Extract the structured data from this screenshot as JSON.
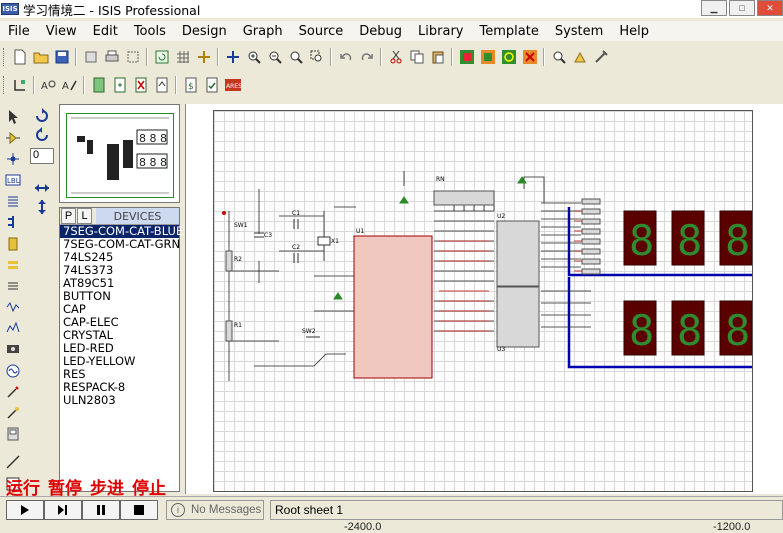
{
  "window": {
    "title": "学习情境二 - ISIS Professional",
    "logo_text": "ISIS"
  },
  "menu": [
    "File",
    "View",
    "Edit",
    "Tools",
    "Design",
    "Graph",
    "Source",
    "Debug",
    "Library",
    "Template",
    "System",
    "Help"
  ],
  "device_panel": {
    "tab_p": "P",
    "tab_l": "L",
    "title": "DEVICES",
    "items": [
      "7SEG-COM-CAT-BLUE",
      "7SEG-COM-CAT-GRN",
      "74LS245",
      "74LS373",
      "AT89C51",
      "BUTTON",
      "CAP",
      "CAP-ELEC",
      "CRYSTAL",
      "LED-RED",
      "LED-YELLOW",
      "RES",
      "RESPACK-8",
      "ULN2803"
    ],
    "selected_index": 0
  },
  "rotation_value": "0",
  "schematic": {
    "labels": {
      "u1": "U1",
      "u2": "U2",
      "u3": "U3",
      "rn": "RN",
      "c1": "C1",
      "c2": "C2",
      "c3": "C3",
      "r1": "R1",
      "r2": "R2",
      "x1": "X1",
      "sw1": "SW1",
      "sw2": "SW2"
    },
    "digits": [
      "8",
      "8",
      "8",
      "8",
      "8",
      "8"
    ]
  },
  "overlay_labels": [
    "运行",
    "暂停",
    "步进",
    "停止"
  ],
  "status": {
    "messages": "No Messages",
    "sheet": "Root sheet 1",
    "coord_x": "-2400.0",
    "coord_y": "-1200.0"
  },
  "colors": {
    "selection": "#0a246a",
    "wire_red": "#c00000",
    "bus_blue": "#0000b0",
    "digit_bg": "#5a0000",
    "digit_seg": "#2e8b2e"
  }
}
